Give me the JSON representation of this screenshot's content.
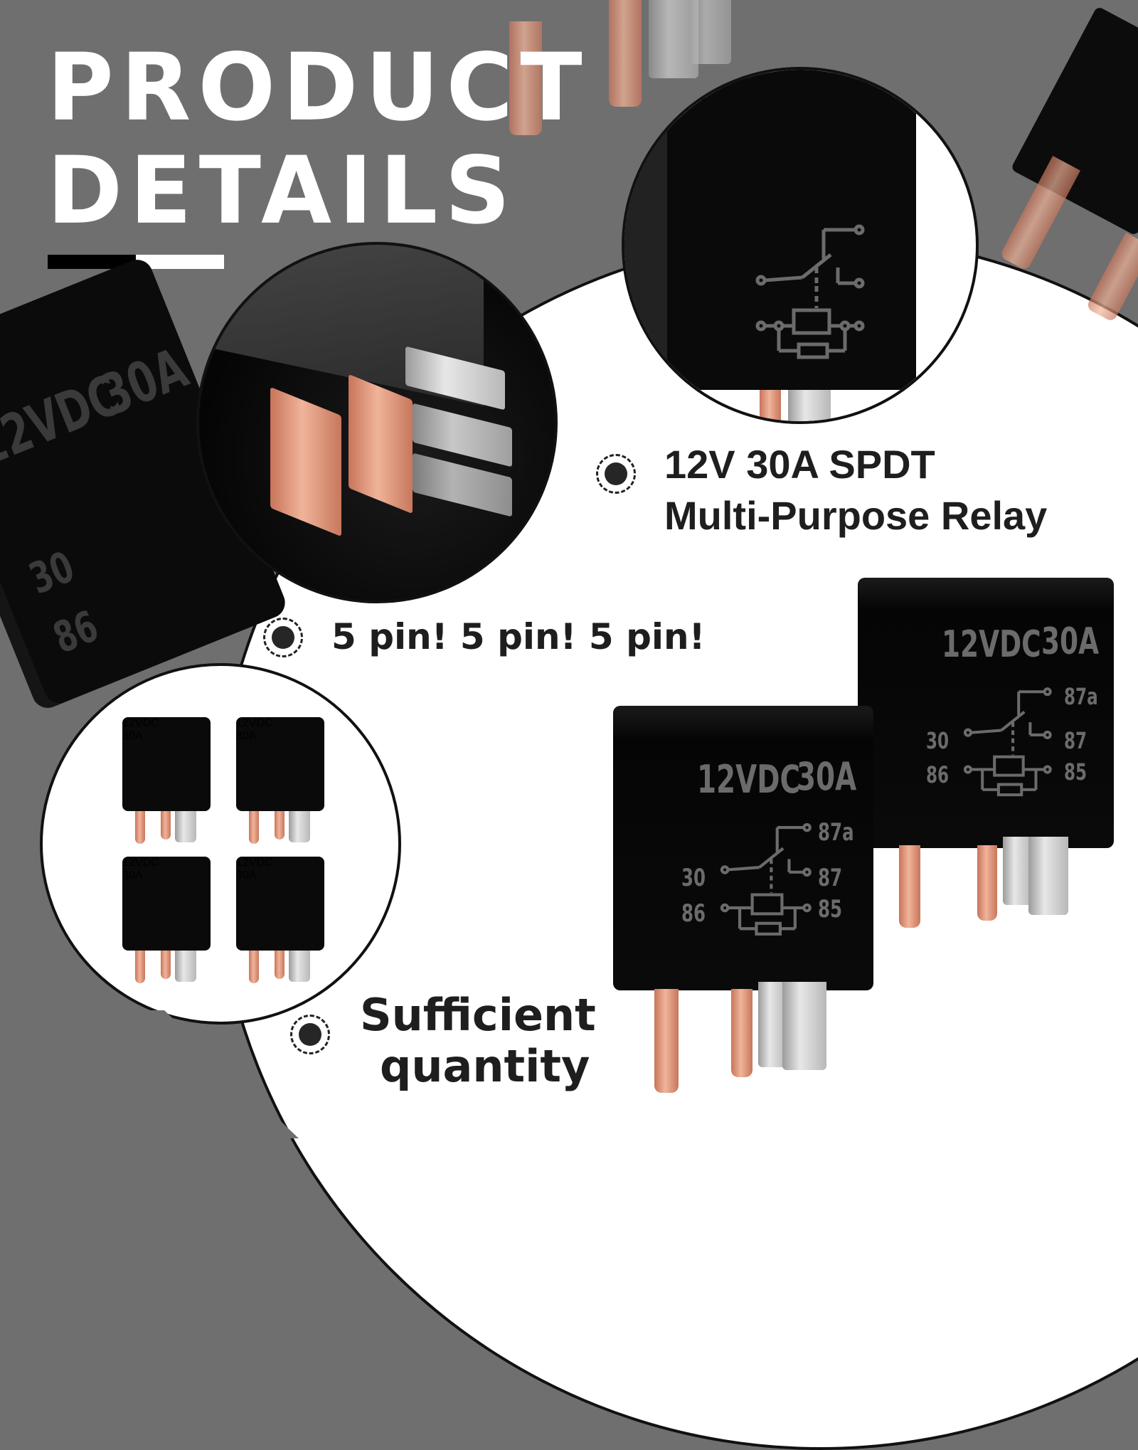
{
  "header": {
    "title_line1": "PRODUCT",
    "title_line2": "DETAILS"
  },
  "features": [
    {
      "line1": "12V 30A SPDT",
      "line2": "Multi-Purpose Relay"
    },
    {
      "line1": "5 pin! 5 pin! 5 pin!"
    },
    {
      "line1": "Sufficient",
      "line2": "quantity"
    }
  ],
  "relay_markings": {
    "voltage": "12VDC",
    "current": "30A",
    "pins": {
      "p87a": "87a",
      "p30": "30",
      "p87": "87",
      "p86": "86",
      "p85": "85"
    }
  },
  "colors": {
    "background_gray": "#6f6f6f",
    "panel_white": "#ffffff",
    "relay_black": "#0a0a0a",
    "marking_gray": "#6b6b6b",
    "copper": "#d98e70",
    "text_dark": "#1e1e1e"
  }
}
